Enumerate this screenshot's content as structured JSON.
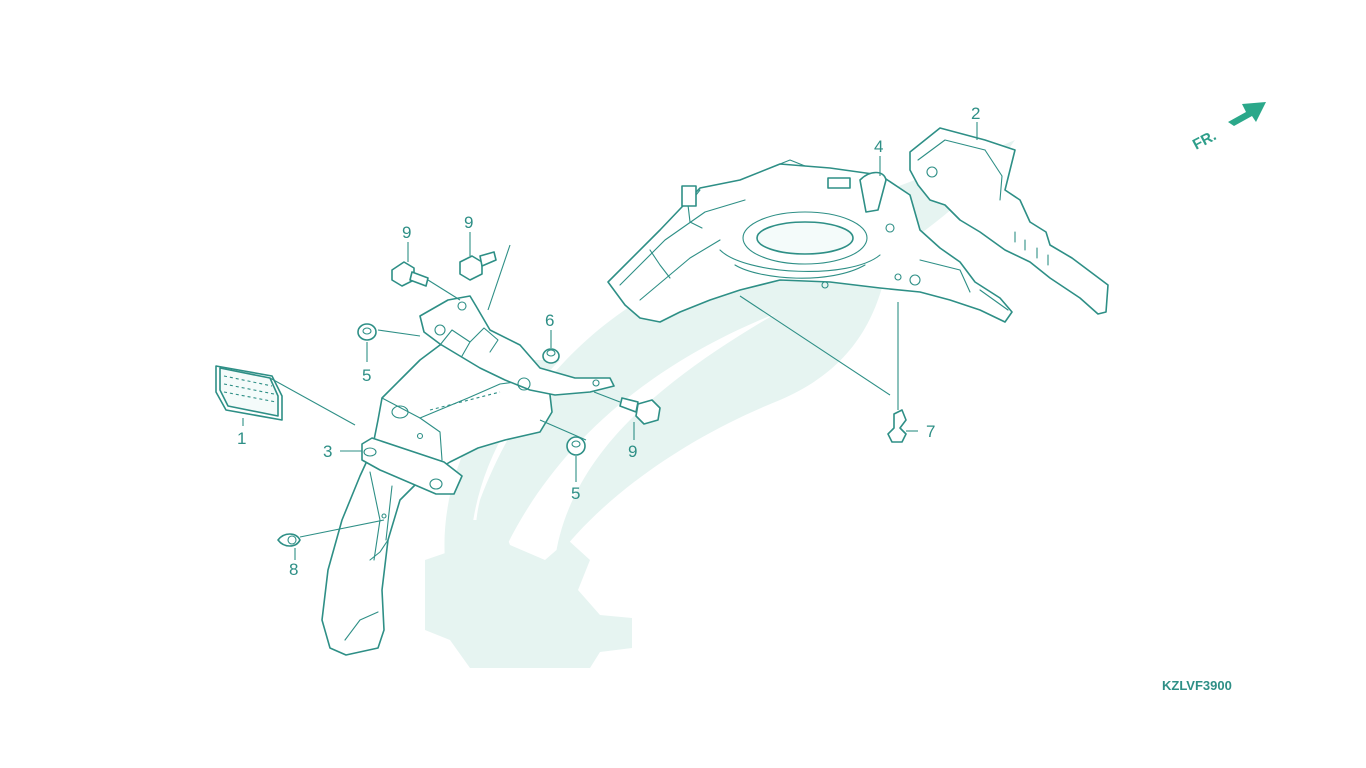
{
  "colors": {
    "line": "#2e8f86",
    "watermark": "#e6f4f1",
    "fr_arrow": "#2ba88a"
  },
  "direction_indicator": {
    "label": "FR.",
    "icon": "forward-arrow-icon"
  },
  "diagram_code": "KZLVF3900",
  "callouts": [
    {
      "id": "c1",
      "label": "1"
    },
    {
      "id": "c2",
      "label": "2"
    },
    {
      "id": "c3",
      "label": "3"
    },
    {
      "id": "c4",
      "label": "4"
    },
    {
      "id": "c5a",
      "label": "5"
    },
    {
      "id": "c5b",
      "label": "5"
    },
    {
      "id": "c6",
      "label": "6"
    },
    {
      "id": "c7",
      "label": "7"
    },
    {
      "id": "c8",
      "label": "8"
    },
    {
      "id": "c9a",
      "label": "9"
    },
    {
      "id": "c9b",
      "label": "9"
    },
    {
      "id": "c9c",
      "label": "9"
    }
  ]
}
